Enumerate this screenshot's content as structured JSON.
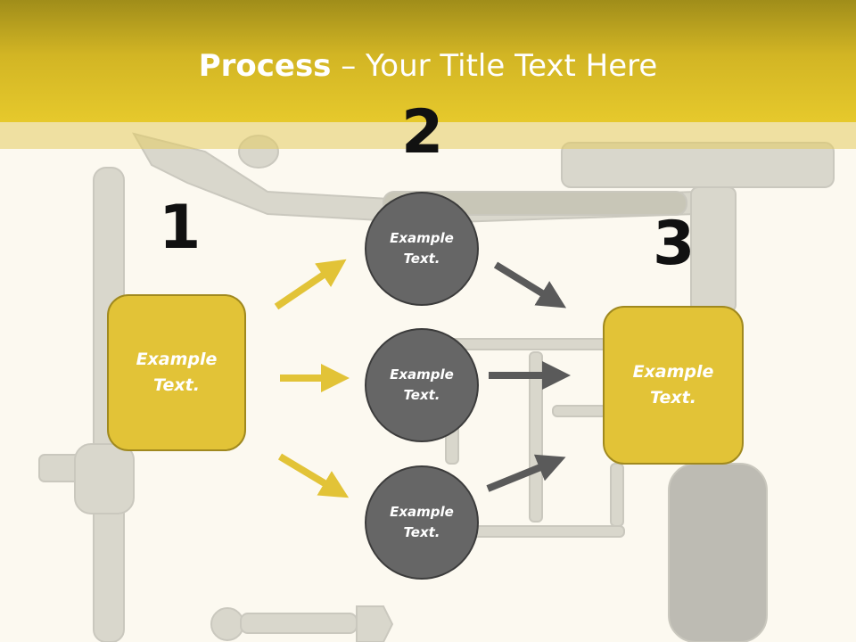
{
  "title": {
    "bold": "Process",
    "rest": " – Your Title Text Here"
  },
  "steps": [
    {
      "number": "1"
    },
    {
      "number": "2"
    },
    {
      "number": "3"
    }
  ],
  "nodes": {
    "left_box": "Example\nText.",
    "circle_top": "Example\nText.",
    "circle_middle": "Example\nText.",
    "circle_bottom": "Example\nText.",
    "right_box": "Example\nText."
  },
  "colors": {
    "header": "#d2b524",
    "box_fill": "#e2c337",
    "circle_fill": "#666666",
    "arrow_yellow": "#e2c337",
    "arrow_gray": "#5a5a5a",
    "background": "#fcf9f0"
  }
}
